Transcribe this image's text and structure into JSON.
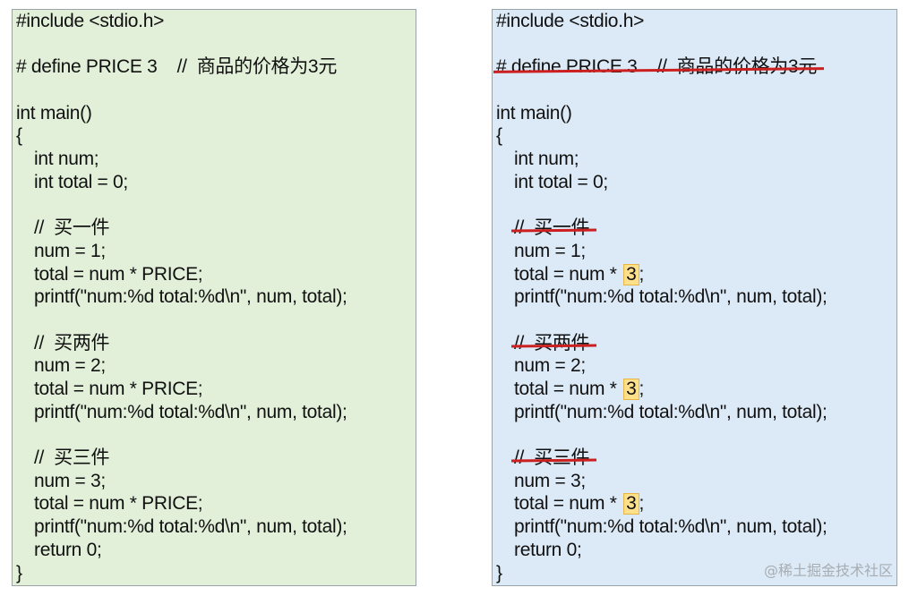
{
  "left_panel": {
    "lines": [
      {
        "indent": false,
        "text": "#include <stdio.h>"
      },
      {
        "indent": false,
        "text": ""
      },
      {
        "indent": false,
        "text": "# define PRICE 3    //  商品的价格为3元"
      },
      {
        "indent": false,
        "text": ""
      },
      {
        "indent": false,
        "text": "int main()"
      },
      {
        "indent": false,
        "text": "{"
      },
      {
        "indent": true,
        "text": "int num;"
      },
      {
        "indent": true,
        "text": "int total = 0;"
      },
      {
        "indent": false,
        "text": ""
      },
      {
        "indent": true,
        "text": "//  买一件"
      },
      {
        "indent": true,
        "text": "num = 1;"
      },
      {
        "indent": true,
        "text": "total = num * PRICE;"
      },
      {
        "indent": true,
        "text": "printf(\"num:%d total:%d\\n\", num, total);"
      },
      {
        "indent": false,
        "text": ""
      },
      {
        "indent": true,
        "text": "//  买两件"
      },
      {
        "indent": true,
        "text": "num = 2;"
      },
      {
        "indent": true,
        "text": "total = num * PRICE;"
      },
      {
        "indent": true,
        "text": "printf(\"num:%d total:%d\\n\", num, total);"
      },
      {
        "indent": false,
        "text": ""
      },
      {
        "indent": true,
        "text": "//  买三件"
      },
      {
        "indent": true,
        "text": "num = 3;"
      },
      {
        "indent": true,
        "text": "total = num * PRICE;"
      },
      {
        "indent": true,
        "text": "printf(\"num:%d total:%d\\n\", num, total);"
      },
      {
        "indent": true,
        "text": "return 0;"
      },
      {
        "indent": false,
        "text": "}"
      }
    ]
  },
  "right_panel": {
    "lines": [
      {
        "indent": false,
        "text": "#include <stdio.h>"
      },
      {
        "indent": false,
        "text": ""
      },
      {
        "indent": false,
        "text": "# define PRICE 3    //  商品的价格为3元",
        "struck": true
      },
      {
        "indent": false,
        "text": ""
      },
      {
        "indent": false,
        "text": "int main()"
      },
      {
        "indent": false,
        "text": "{"
      },
      {
        "indent": true,
        "text": "int num;"
      },
      {
        "indent": true,
        "text": "int total = 0;"
      },
      {
        "indent": false,
        "text": ""
      },
      {
        "indent": true,
        "text": "//  买一件",
        "struck": true
      },
      {
        "indent": true,
        "text": "num = 1;"
      },
      {
        "indent": true,
        "text": "total = num * ",
        "highlight": "3",
        "suffix": ";"
      },
      {
        "indent": true,
        "text": "printf(\"num:%d total:%d\\n\", num, total);"
      },
      {
        "indent": false,
        "text": ""
      },
      {
        "indent": true,
        "text": "//  买两件",
        "struck": true
      },
      {
        "indent": true,
        "text": "num = 2;"
      },
      {
        "indent": true,
        "text": "total = num * ",
        "highlight": "3",
        "suffix": ";"
      },
      {
        "indent": true,
        "text": "printf(\"num:%d total:%d\\n\", num, total);"
      },
      {
        "indent": false,
        "text": ""
      },
      {
        "indent": true,
        "text": "//  买三件",
        "struck": true
      },
      {
        "indent": true,
        "text": "num = 3;"
      },
      {
        "indent": true,
        "text": "total = num * ",
        "highlight": "3",
        "suffix": ";"
      },
      {
        "indent": true,
        "text": "printf(\"num:%d total:%d\\n\", num, total);"
      },
      {
        "indent": true,
        "text": "return 0;"
      },
      {
        "indent": false,
        "text": "}"
      }
    ]
  },
  "watermark": "@稀土掘金技术社区",
  "colors": {
    "left_bg": "#e2efd9",
    "right_bg": "#dce9f6",
    "strike": "#cc1f1f",
    "highlight": "#ffe08a"
  }
}
